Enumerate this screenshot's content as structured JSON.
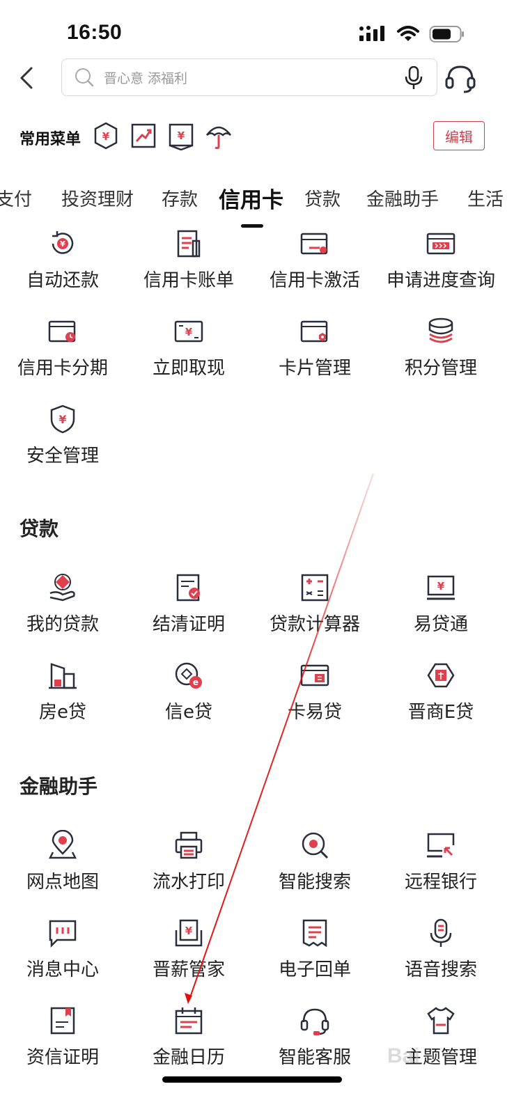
{
  "status_bar": {
    "time": "16:50"
  },
  "search": {
    "placeholder": "晋心意 添福利"
  },
  "common_menu": {
    "label": "常用菜单",
    "edit_label": "编辑"
  },
  "category_tabs": [
    {
      "label": "支付"
    },
    {
      "label": "投资理财"
    },
    {
      "label": "存款"
    },
    {
      "label": "信用卡",
      "active": true
    },
    {
      "label": "贷款"
    },
    {
      "label": "金融助手"
    },
    {
      "label": "生活"
    }
  ],
  "credit_card": {
    "items": [
      {
        "label": "自动还款",
        "icon": "auto-repay-icon"
      },
      {
        "label": "信用卡账单",
        "icon": "bill-icon"
      },
      {
        "label": "信用卡激活",
        "icon": "card-activate-icon"
      },
      {
        "label": "申请进度查询",
        "icon": "progress-query-icon"
      },
      {
        "label": "信用卡分期",
        "icon": "installment-icon"
      },
      {
        "label": "立即取现",
        "icon": "cash-withdraw-icon"
      },
      {
        "label": "卡片管理",
        "icon": "card-manage-icon"
      },
      {
        "label": "积分管理",
        "icon": "points-icon"
      },
      {
        "label": "安全管理",
        "icon": "security-shield-icon"
      }
    ]
  },
  "loans": {
    "title": "贷款",
    "items": [
      {
        "label": "我的贷款",
        "icon": "my-loan-icon"
      },
      {
        "label": "结清证明",
        "icon": "settlement-certificate-icon"
      },
      {
        "label": "贷款计算器",
        "icon": "calculator-icon"
      },
      {
        "label": "易贷通",
        "icon": "laptop-loan-icon"
      },
      {
        "label": "房e贷",
        "icon": "house-loan-icon"
      },
      {
        "label": "信e贷",
        "icon": "credit-e-loan-icon"
      },
      {
        "label": "卡易贷",
        "icon": "card-loan-icon"
      },
      {
        "label": "晋商E贷",
        "icon": "enterprise-loan-icon"
      }
    ]
  },
  "assistant": {
    "title": "金融助手",
    "items": [
      {
        "label": "网点地图",
        "icon": "map-pin-icon"
      },
      {
        "label": "流水打印",
        "icon": "printer-icon"
      },
      {
        "label": "智能搜索",
        "icon": "smart-search-icon"
      },
      {
        "label": "远程银行",
        "icon": "remote-bank-icon"
      },
      {
        "label": "消息中心",
        "icon": "message-icon"
      },
      {
        "label": "晋薪管家",
        "icon": "salary-icon"
      },
      {
        "label": "电子回单",
        "icon": "receipt-icon"
      },
      {
        "label": "语音搜索",
        "icon": "voice-search-icon"
      },
      {
        "label": "资信证明",
        "icon": "credit-certificate-icon"
      },
      {
        "label": "金融日历",
        "icon": "calendar-icon"
      },
      {
        "label": "智能客服",
        "icon": "customer-service-icon"
      },
      {
        "label": "主题管理",
        "icon": "theme-shirt-icon"
      }
    ]
  },
  "watermark": "Bai",
  "colors": {
    "accent": "#e0404e",
    "ink": "#2a2d3a",
    "arrow": "#e01010"
  }
}
